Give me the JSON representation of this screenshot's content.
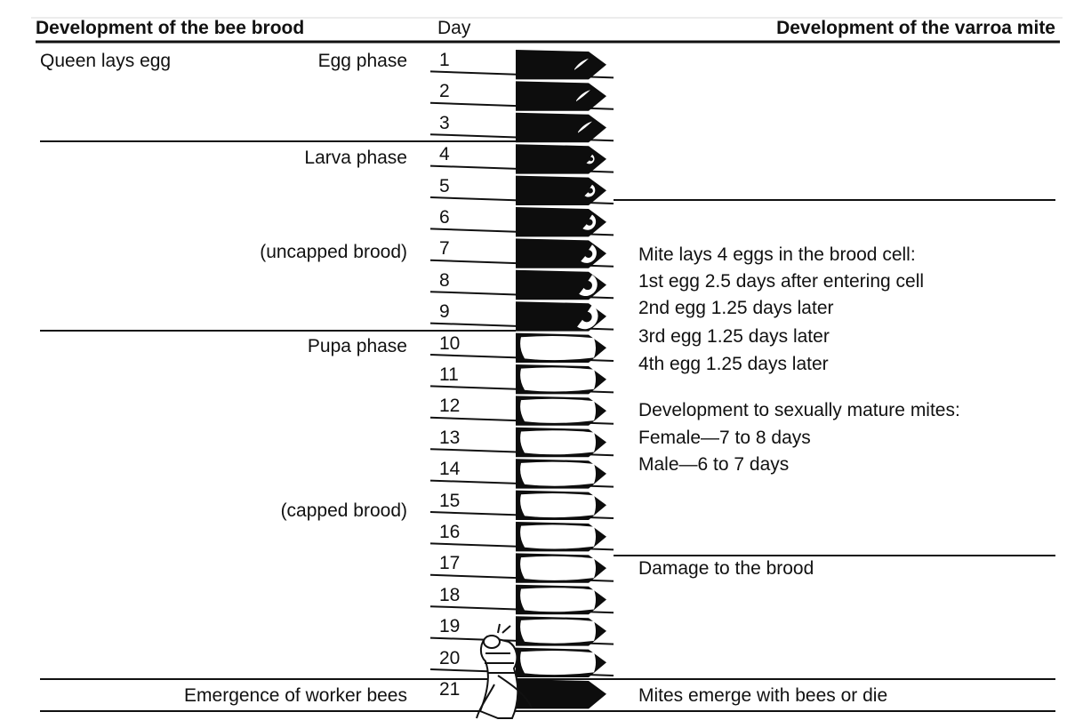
{
  "header": {
    "bee_title": "Development of the bee brood",
    "day_title": "Day",
    "mite_title": "Development of the varroa mite"
  },
  "bee_column": {
    "queen": "Queen lays egg",
    "egg_phase": "Egg phase",
    "larva_phase": "Larva phase",
    "uncapped": "(uncapped brood)",
    "pupa_phase": "Pupa phase",
    "capped": "(capped brood)",
    "emergence": "Emergence of worker bees"
  },
  "days": [
    "1",
    "2",
    "3",
    "4",
    "5",
    "6",
    "7",
    "8",
    "9",
    "10",
    "11",
    "12",
    "13",
    "14",
    "15",
    "16",
    "17",
    "18",
    "19",
    "20",
    "21"
  ],
  "mite_column": {
    "lays": "Mite lays 4 eggs in the brood cell:",
    "egg1": "1st egg 2.5 days after entering cell",
    "egg2": "2nd egg 1.25 days later",
    "egg3": "3rd egg 1.25 days later",
    "egg4": "4th egg 1.25 days later",
    "dev": "Development to sexually mature mites:",
    "female": "Female—7 to 8 days",
    "male": "Male—6 to 7 days",
    "damage": "Damage to the brood",
    "emerge": "Mites emerge with bees or die"
  },
  "colors": {
    "ink": "#111111",
    "background": "#ffffff",
    "cell": "#0d0d0d"
  }
}
